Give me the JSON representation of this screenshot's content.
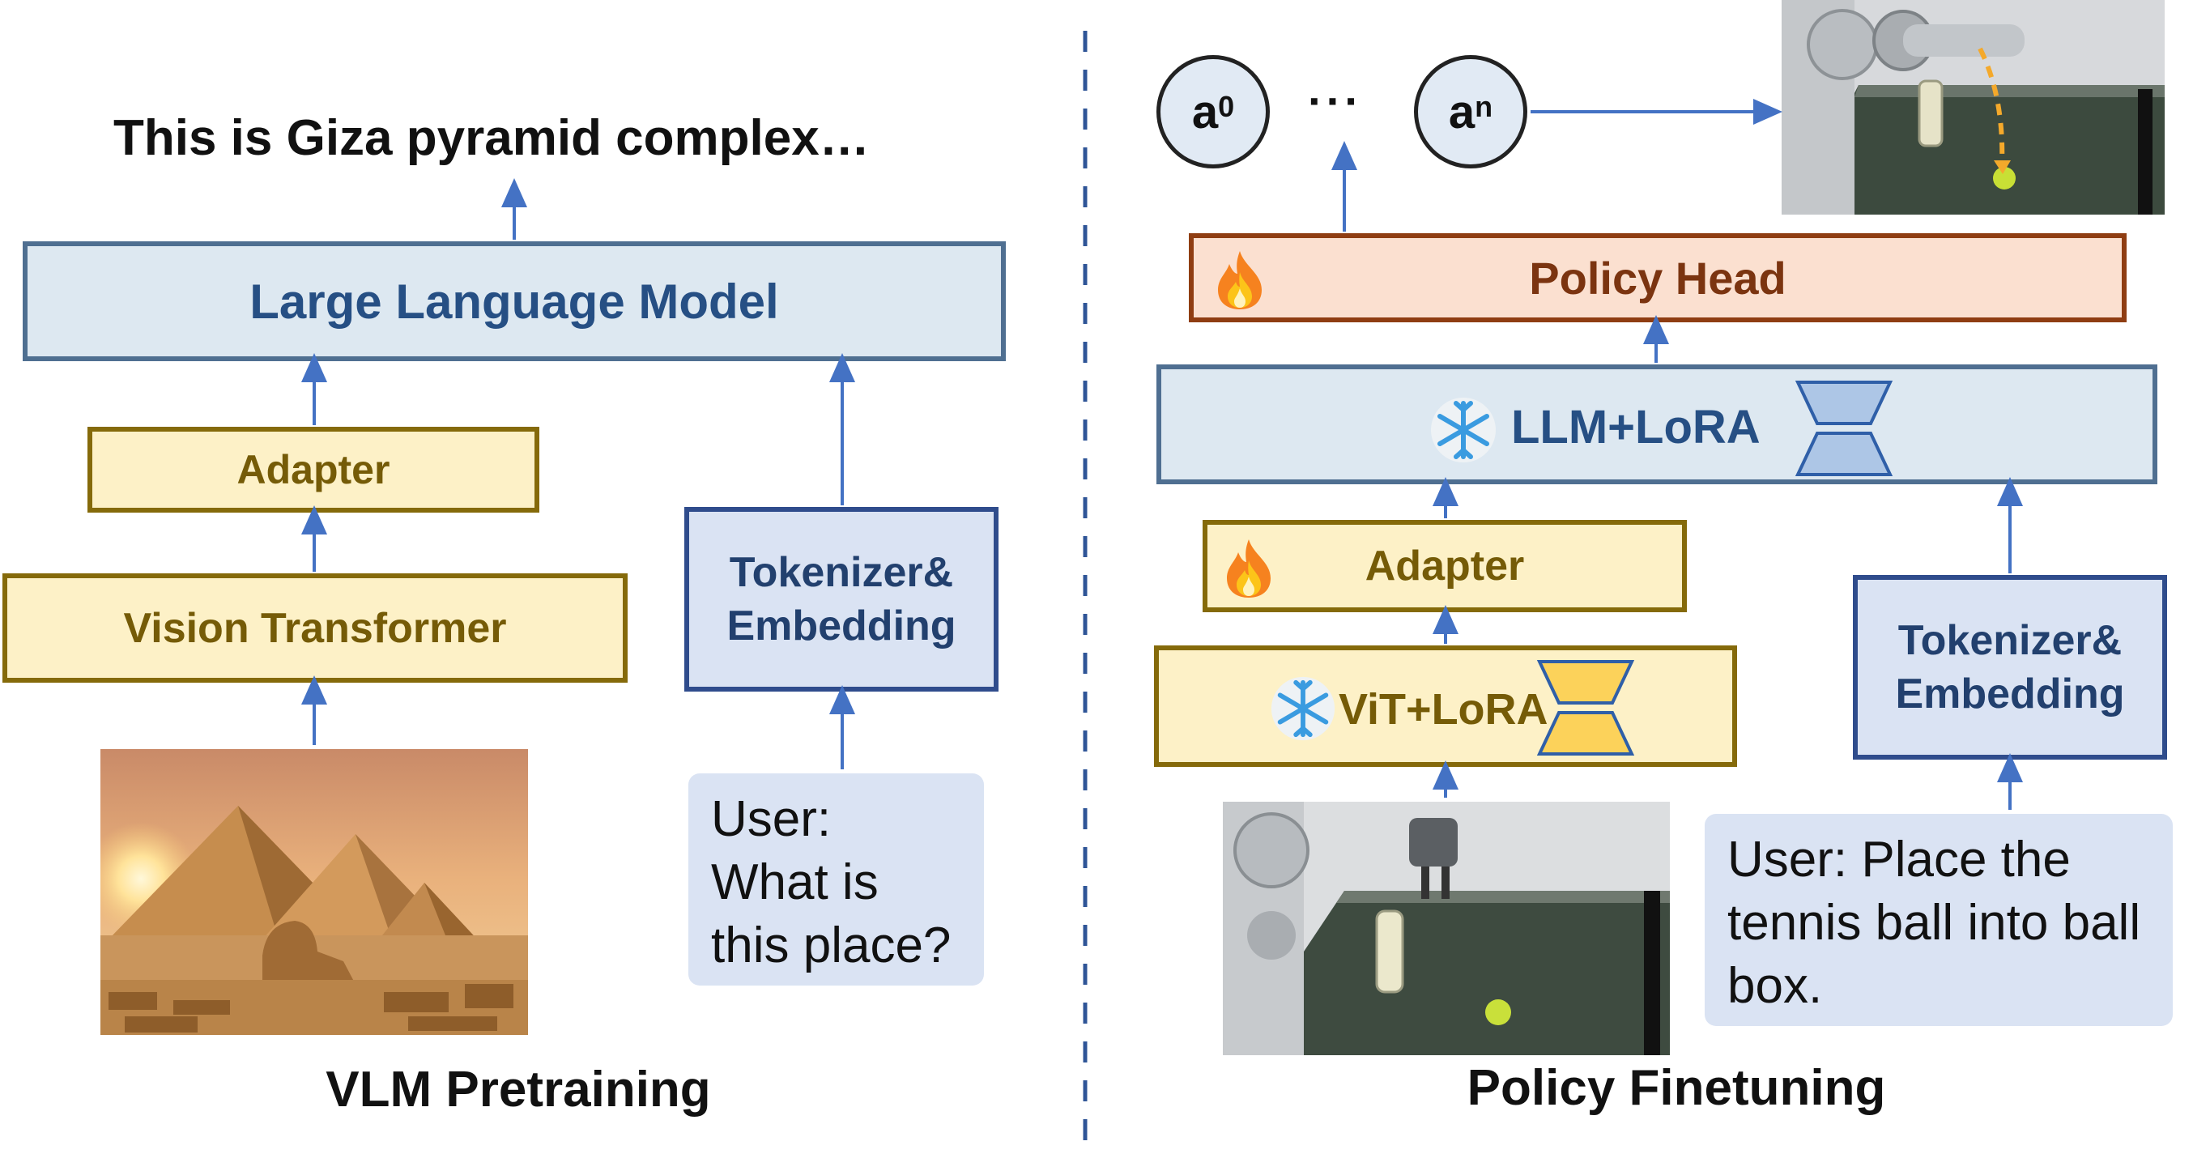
{
  "left": {
    "output_text": "This is Giza pyramid complex…",
    "llm_label": "Large Language Model",
    "adapter_label": "Adapter",
    "vision_label": "Vision Transformer",
    "tokenizer_line1": "Tokenizer&",
    "tokenizer_line2": "Embedding",
    "user_prompt_line1": "User:",
    "user_prompt_line2": "What is",
    "user_prompt_line3": "this place?",
    "caption": "VLM Pretraining"
  },
  "right": {
    "action_first_base": "a",
    "action_first_sup": "0",
    "action_ellipsis": "···",
    "action_last_base": "a",
    "action_last_sup": "n",
    "policy_head_label": "Policy Head",
    "llm_lora_label": "LLM+LoRA",
    "adapter_label": "Adapter",
    "vit_lora_label": "ViT+LoRA",
    "tokenizer_line1": "Tokenizer&",
    "tokenizer_line2": "Embedding",
    "user_prompt_line1": "User: Place the",
    "user_prompt_line2": "tennis ball into ball",
    "user_prompt_line3": "box.",
    "caption": "Policy Finetuning"
  },
  "icons": {
    "trainable": "fire-icon",
    "frozen": "snowflake-icon",
    "lora": "lora-hourglass-icon"
  },
  "colors": {
    "arrow": "#4472c4",
    "divider": "#2f5597",
    "llm_fill": "#dde8f1",
    "adapter_fill": "#fdf1c7",
    "policy_head_fill": "#fbe0d0",
    "lora_blue": "#adc6e6",
    "lora_yellow": "#fcd25a"
  }
}
